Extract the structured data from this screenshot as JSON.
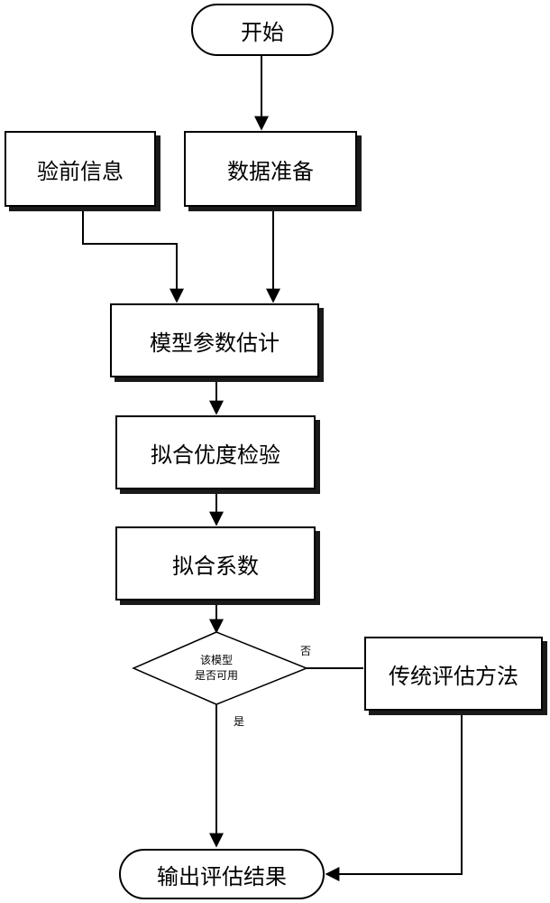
{
  "diagram": {
    "start": "开始",
    "prior_info": "验前信息",
    "data_prep": "数据准备",
    "param_estimation": "模型参数估计",
    "goodness_test": "拟合优度检验",
    "fit_coefficient": "拟合系数",
    "decision_line1": "该模型",
    "decision_line2": "是否可用",
    "label_no": "否",
    "label_yes": "是",
    "traditional_method": "传统评估方法",
    "output": "输出评估结果"
  }
}
